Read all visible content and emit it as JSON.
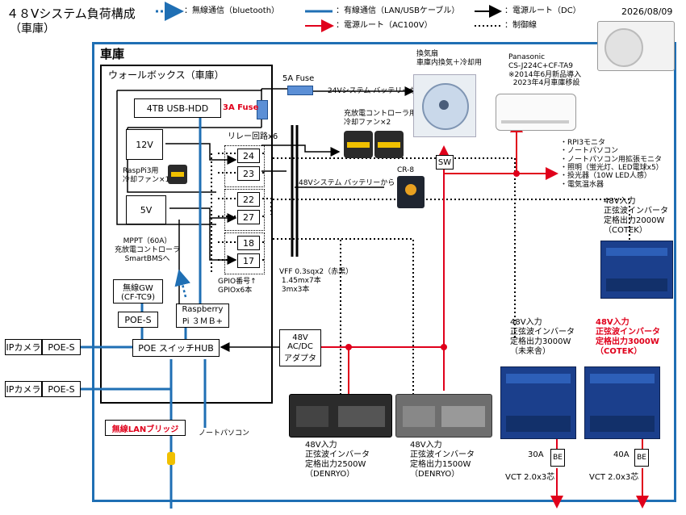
{
  "title": {
    "line1": "４８Vシステム負荷構成",
    "line2": "（車庫）"
  },
  "date": "2026/08/09",
  "legend": {
    "wireless": "：無線通信（bluetooth）",
    "wired": "：有線通信（LAN/USBケーブル）",
    "dc": "：電源ルート（DC）",
    "ac": "：電源ルート（AC100V）",
    "control": "：制御線"
  },
  "colors": {
    "ac_route": "#e0001b",
    "wired": "#1f6fb4",
    "wireless": "#1f6fb4",
    "dc": "#000000"
  },
  "garage": {
    "label": "車庫"
  },
  "wallbox": {
    "label": "ウォールボックス（車庫）",
    "hdd": "4TB  USB-HDD",
    "fuse3a": "3A Fuse",
    "dc12": "12V",
    "dc5": "5V",
    "pi_fan": "RaspPi3用\n冷却ファン×1",
    "relay_title": "リレー回路x6",
    "relays": [
      "24",
      "23",
      "22",
      "27",
      "18",
      "17"
    ],
    "mppt": "MPPT（60A）\n充放電コントローラ\nSmartBMSへ",
    "gpio": "GPIO番号↑\nGPIOx6本",
    "wireless_gw": "無線GW\n(CF-TC9)",
    "poe_s": "POE-S",
    "raspberry": "Raspberry\nPi ３ＭＢ+",
    "poe_hub": "POE スイッチHUB"
  },
  "fuse5a": "5A Fuse",
  "battery24": "24Vシステム バッテリーから",
  "fans_label": "充放電コントローラ用\n冷却ファン×2",
  "battery48": "48Vシステム バッテリーから",
  "vff": "VFF 0.3sqx2（赤黒）\n 1.45mx7本\n 3mx3本",
  "ventilation": "換気扇\n車庫内換気＋冷却用",
  "sw": "SW",
  "cr8": "CR-8",
  "aircon": "Panasonic\nCS-J224C+CF-TA9\n※2014年6月新品導入\n  2023年4月車庫移設",
  "ac_loads": "・RPI3モニタ\n・ノートパソコン\n・ノートパソコン用拡張モニタ\n・照明（蛍光灯、LED電球x5）\n・投光器（10W LED人感）\n・電気温水器",
  "adapter": "48V\nAC/DC\nアダプタ",
  "cameras": [
    {
      "label": "IPカメラ",
      "poe": "POE-S"
    },
    {
      "label": "IPカメラ",
      "poe": "POE-S"
    }
  ],
  "bridge": "無線LANブリッジ",
  "notebook": "ノートパソコン",
  "inverters": {
    "cotek2000": "48V入力\n正弦波インバータ\n定格出力2000W\n（COTEK）",
    "inv3000": "48V入力\n正弦波インバータ\n定格出力3000W\n（未来舎）",
    "cotek3000": "48V入力\n正弦波インバータ\n定格出力3000W\n（COTEK）",
    "denryo2500": "48V入力\n正弦波インバータ\n定格出力2500W\n（DENRYO）",
    "denryo1500": "48V入力\n正弦波インバータ\n定格出力1500W\n（DENRYO）"
  },
  "breakers": [
    {
      "amp": "30A",
      "label": "BE",
      "cable": "VCT 2.0x3芯"
    },
    {
      "amp": "40A",
      "label": "BE",
      "cable": "VCT 2.0x3芯"
    }
  ]
}
